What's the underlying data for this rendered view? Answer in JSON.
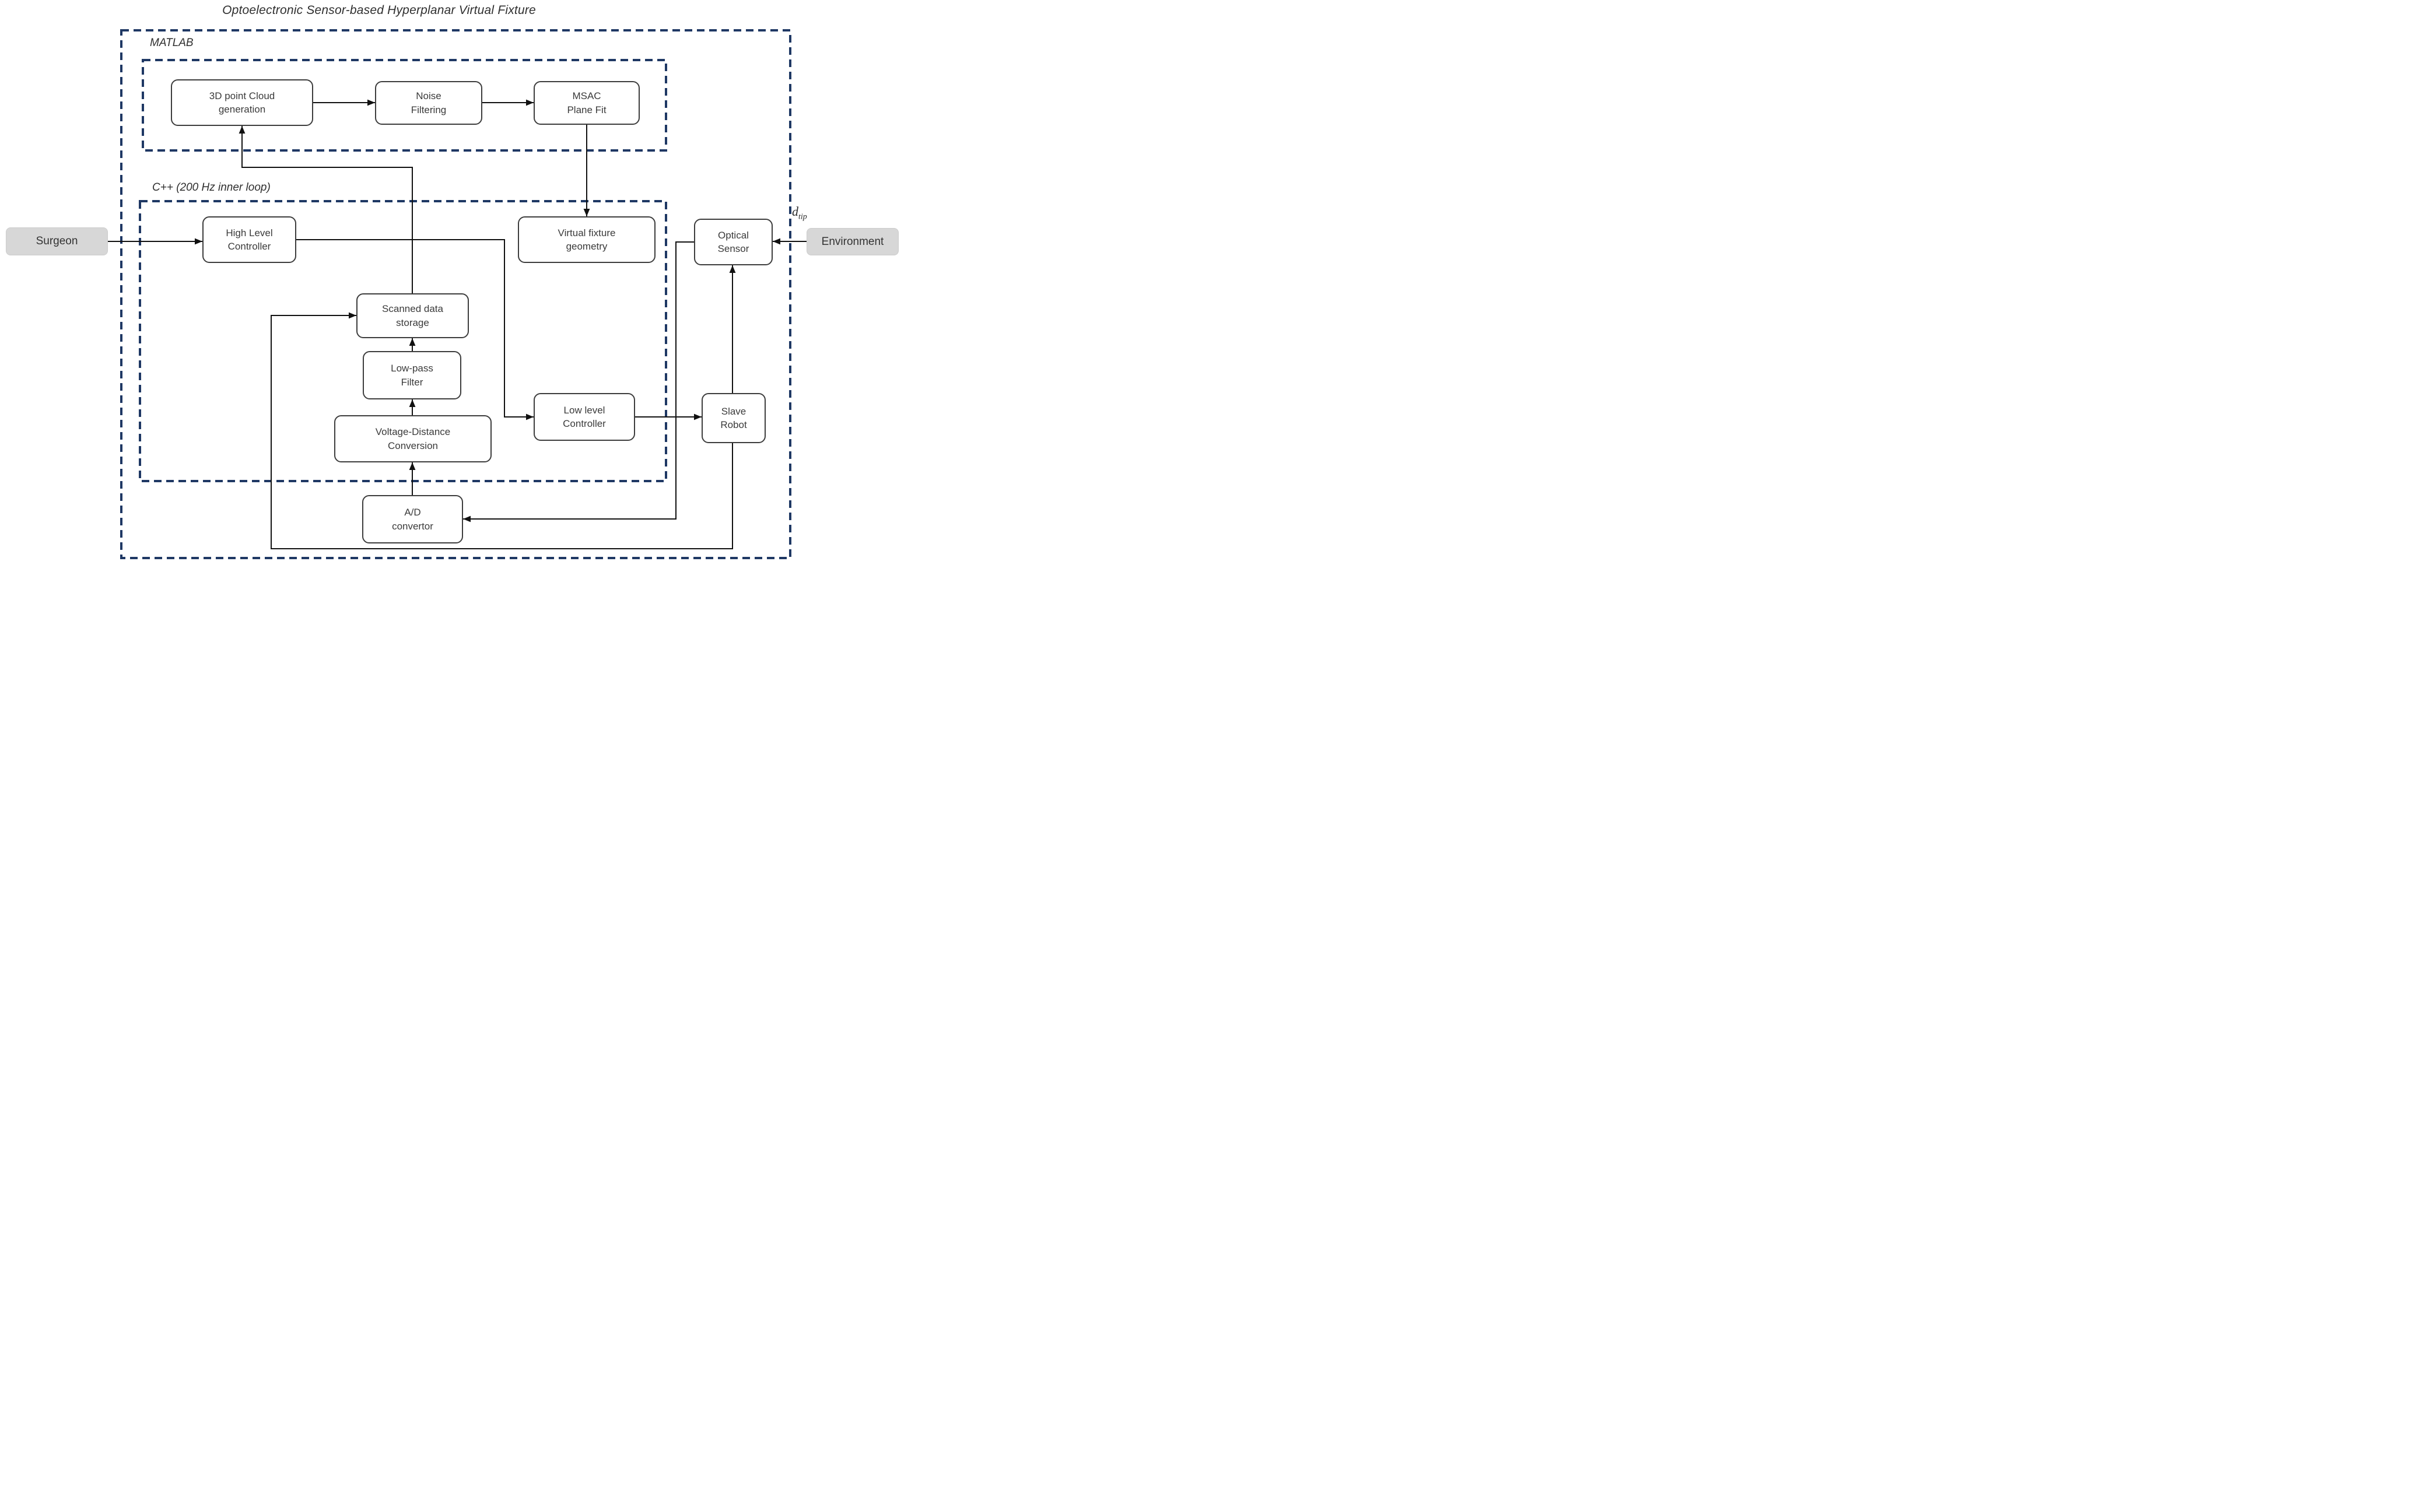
{
  "title": "Optoelectronic Sensor-based Hyperplanar Virtual Fixture",
  "regions": {
    "matlab": {
      "label": "MATLAB"
    },
    "cpp": {
      "label": "C++ (200 Hz inner loop)"
    }
  },
  "nodes": {
    "point_cloud": {
      "label": "3D point Cloud\ngeneration"
    },
    "noise_filtering": {
      "label": "Noise\nFiltering"
    },
    "msac_plane_fit": {
      "label": "MSAC\nPlane Fit"
    },
    "high_level_controller": {
      "label": "High Level\nController"
    },
    "virtual_fixture_geometry": {
      "label": "Virtual fixture\ngeometry"
    },
    "optical_sensor": {
      "label": "Optical\nSensor"
    },
    "scanned_data_storage": {
      "label": "Scanned data\nstorage"
    },
    "low_pass_filter": {
      "label": "Low-pass\nFilter"
    },
    "voltage_distance_conversion": {
      "label": "Voltage-Distance\nConversion"
    },
    "low_level_controller": {
      "label": "Low level\nController"
    },
    "slave_robot": {
      "label": "Slave\nRobot"
    },
    "ad_convertor": {
      "label": "A/D\nconvertor"
    }
  },
  "external": {
    "surgeon": {
      "label": "Surgeon"
    },
    "environment": {
      "label": "Environment"
    }
  },
  "annotations": {
    "d_tip_base": "d",
    "d_tip_sub": "tip"
  },
  "colors": {
    "region_dash_border": "#1f3864",
    "node_border": "#3d3d3d",
    "node_text": "#3a3a3a",
    "external_fill": "#d7d7d7",
    "connector": "#111111",
    "background": "#ffffff"
  }
}
